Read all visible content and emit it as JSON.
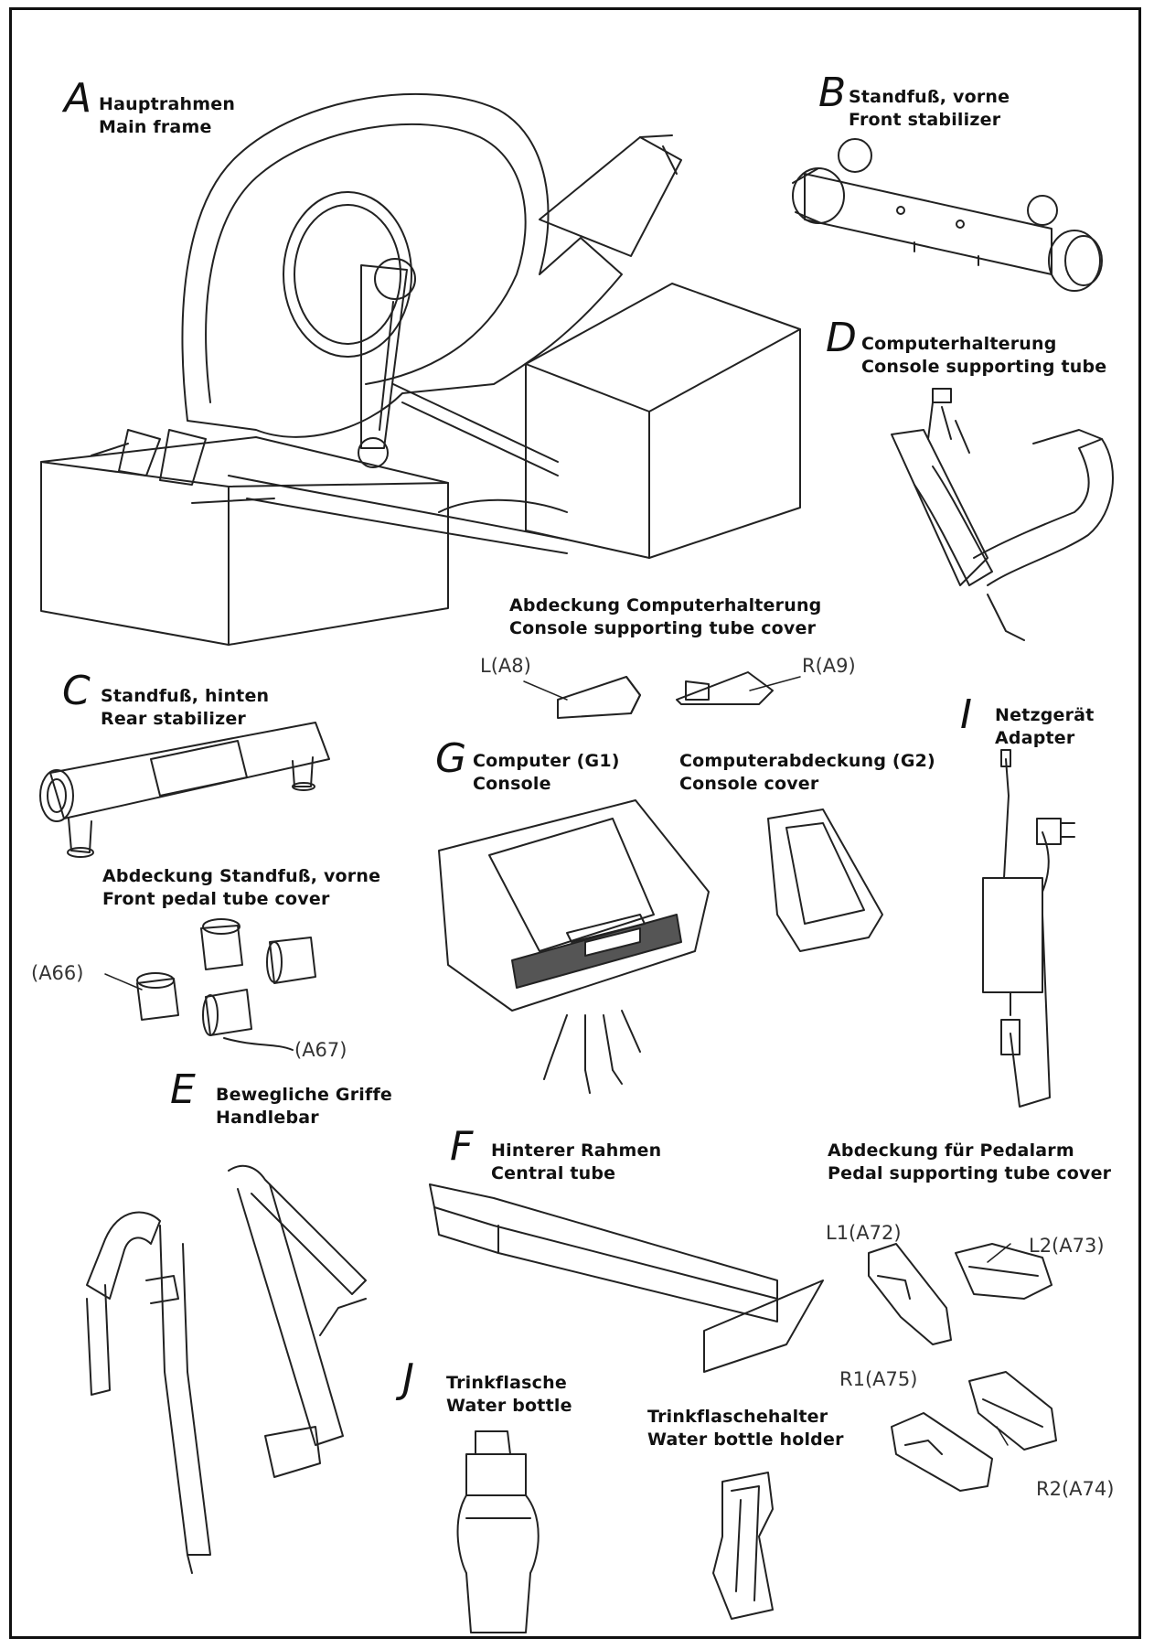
{
  "parts": {
    "A": {
      "letter": "A",
      "de": "Hauptrahmen",
      "en": "Main frame"
    },
    "B": {
      "letter": "B",
      "de": "Standfuß, vorne",
      "en": "Front stabilizer"
    },
    "C": {
      "letter": "C",
      "de": "Standfuß, hinten",
      "en": "Rear stabilizer"
    },
    "D": {
      "letter": "D",
      "de": "Computerhalterung",
      "en": "Console supporting tube"
    },
    "E": {
      "letter": "E",
      "de": "Bewegliche Griffe",
      "en": "Handlebar"
    },
    "F": {
      "letter": "F",
      "de": "Hinterer Rahmen",
      "en": "Central tube"
    },
    "G": {
      "letter": "G",
      "de": "Computer (G1)",
      "en": "Console"
    },
    "G2": {
      "de": "Computerabdeckung (G2)",
      "en": "Console cover"
    },
    "I": {
      "letter": "I",
      "de": "Netzgerät",
      "en": "Adapter"
    },
    "J": {
      "letter": "J",
      "de": "Trinkflasche",
      "en": "Water bottle"
    }
  },
  "covers": {
    "console_tube": {
      "de": "Abdeckung Computerhalterung",
      "en": "Console supporting tube cover",
      "left": "L(A8)",
      "right": "R(A9)"
    },
    "front_pedal": {
      "de": "Abdeckung Standfuß, vorne",
      "en": "Front pedal tube cover",
      "a66": "(A66)",
      "a67": "(A67)"
    },
    "pedal_arm": {
      "de": "Abdeckung für Pedalarm",
      "en": "Pedal supporting tube cover",
      "l1": "L1(A72)",
      "l2": "L2(A73)",
      "r1": "R1(A75)",
      "r2": "R2(A74)"
    },
    "bottle_holder": {
      "de": "Trinkflaschehalter",
      "en": "Water bottle holder"
    }
  }
}
